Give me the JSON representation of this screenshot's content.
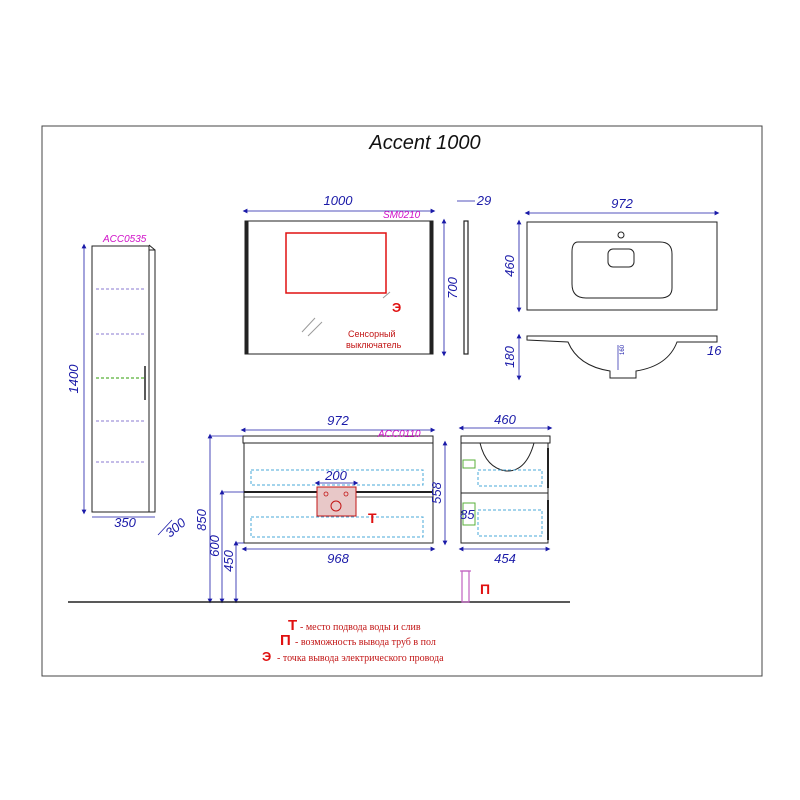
{
  "title": "Accent 1000",
  "codes": {
    "mirror": "SM0210",
    "pencil": "ACC0535",
    "vanity": "ACC0110"
  },
  "mirror": {
    "width": "1000",
    "height": "700",
    "depth": "29",
    "switch_label_line1": "Сенсорный",
    "switch_label_line2": "выключатель",
    "marker": "Э"
  },
  "basin": {
    "width": "972",
    "depth": "460",
    "height": "180",
    "bowl_depth": "160",
    "rim": "16"
  },
  "pencil_case": {
    "height": "1400",
    "width": "350",
    "depth": "300"
  },
  "vanity": {
    "top_width": "972",
    "body_width": "968",
    "drain_width": "200",
    "height": "558",
    "side_depth_top": "460",
    "side_depth_bottom": "454",
    "inner_depth": "85",
    "marker": "Т"
  },
  "floor_levels": {
    "h850": "850",
    "h600": "600",
    "h450": "450"
  },
  "floor_pipe_marker": "П",
  "legend": [
    {
      "symbol": "Т",
      "text": "- место подвода воды и слив"
    },
    {
      "symbol": "П",
      "text": "- возможность вывода труб в пол"
    },
    {
      "symbol": "Э",
      "text": "- точка вывода электрического провода"
    }
  ],
  "colors": {
    "dimension_text": "#1a1aa8",
    "code_text": "#d010c8",
    "marker_red": "#e01010",
    "outline": "#222222",
    "dashed_cyan": "#4aa8d8",
    "dashed_green": "#58b038",
    "dashed_purple": "#8a7ad0"
  }
}
